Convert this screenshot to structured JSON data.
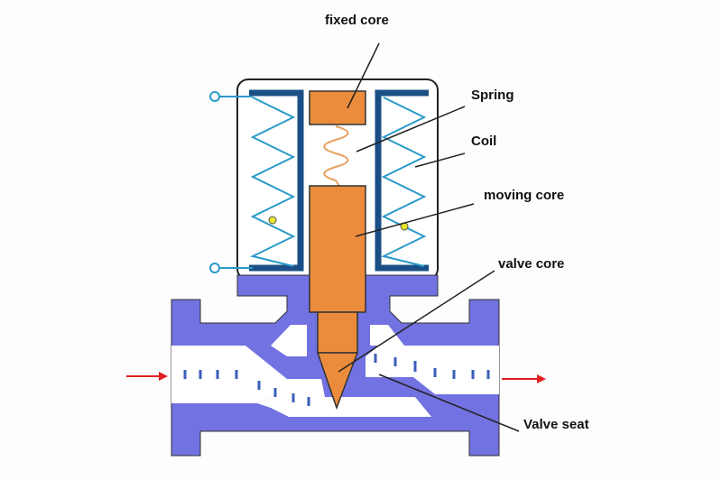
{
  "labels": {
    "fixed_core": "fixed core",
    "spring": "Spring",
    "coil": "Coil",
    "moving_core": "moving core",
    "valve_core": "valve core",
    "valve_seat": "Valve seat"
  },
  "colors": {
    "body": "#7272e2",
    "core": "#eb8c3c",
    "coil_frame": "#1a4f86",
    "coil_wire": "#2a9ac8",
    "flow_arrow": "#e02020",
    "terminal_dot": "#e6e62a"
  }
}
